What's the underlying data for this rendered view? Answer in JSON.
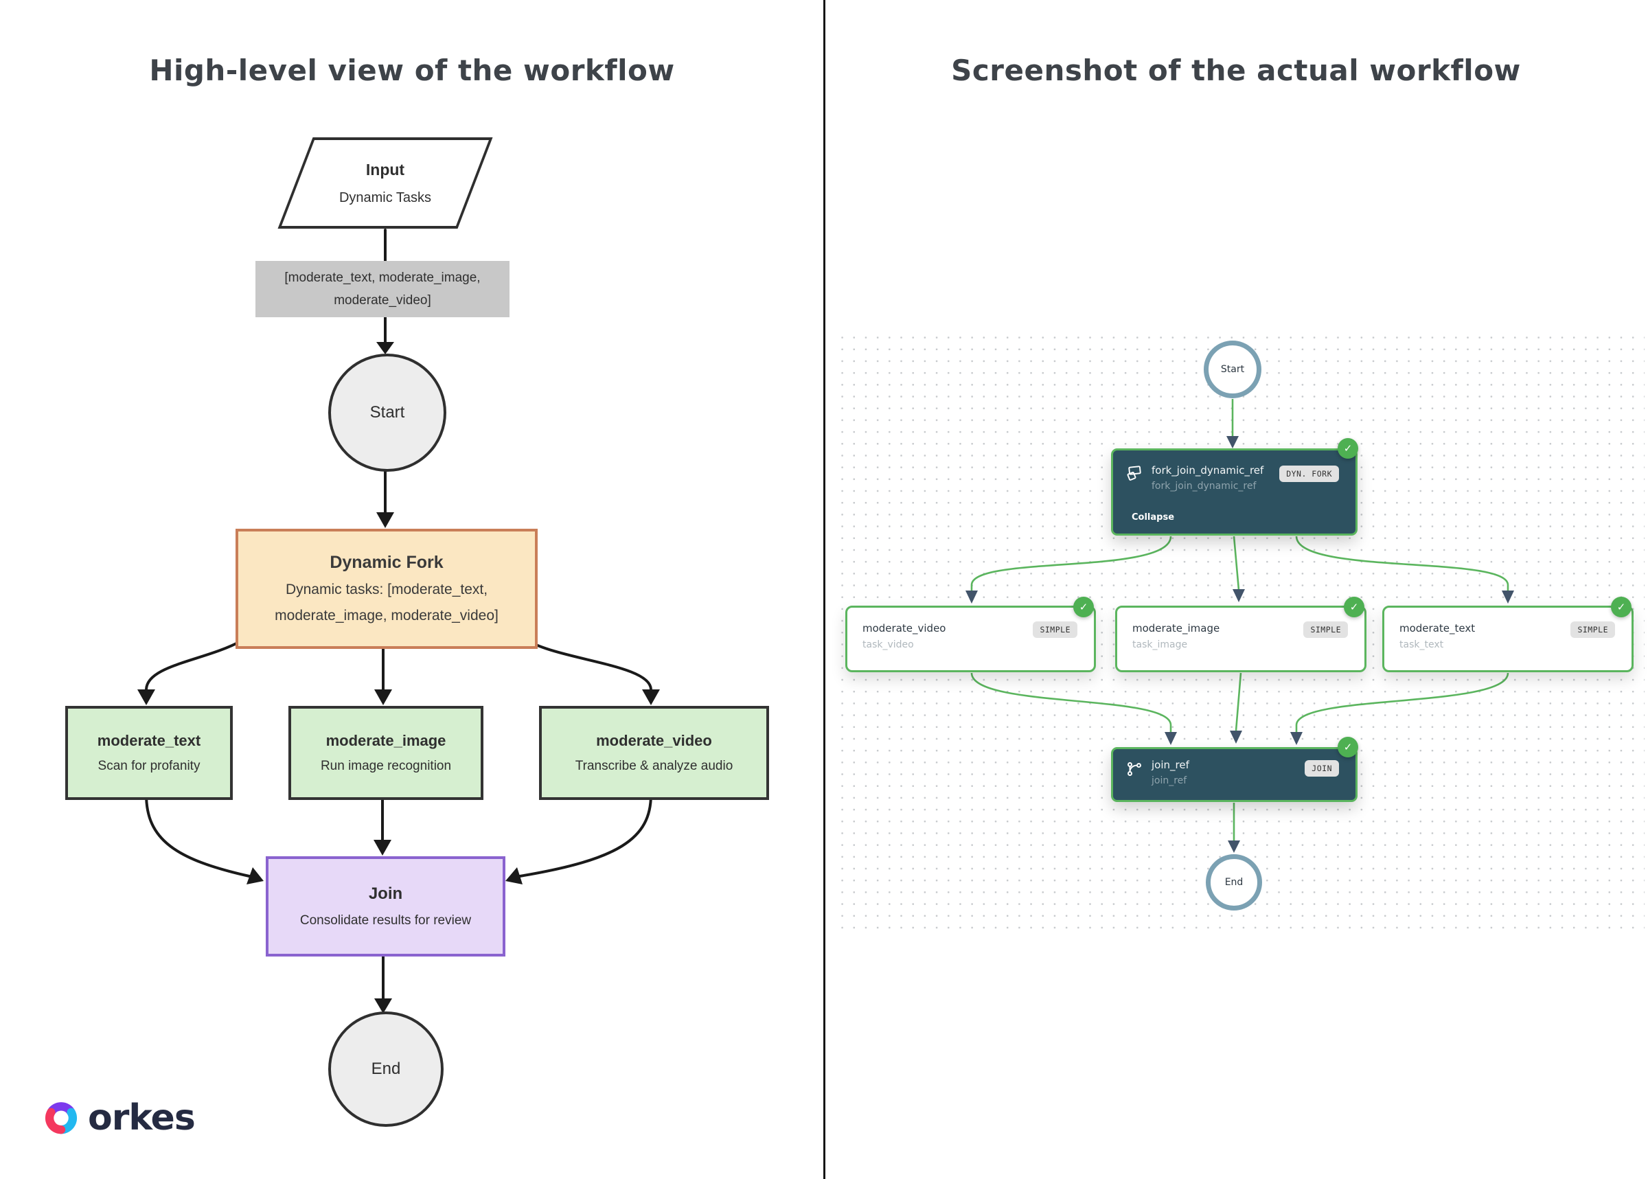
{
  "icons": {
    "check": "✓"
  },
  "colors": {
    "accent_green": "#5bb55e",
    "check_green": "#4eb052",
    "node_teal": "#2d5160",
    "steel_blue_circle": "#7ba1b3",
    "slate_arrowhead": "#42546a",
    "badge_bg": "#e2e2e2",
    "fork_fill": "#fbe7c2",
    "fork_border": "#c97e58",
    "task_fill": "#d6efd0",
    "join_fill": "#e7d9f8",
    "join_border": "#8a63cf",
    "label_fill": "#c8c8c8",
    "logo_navy": "#252b42"
  },
  "left_panel": {
    "title": "High-level view of the workflow",
    "input_node": {
      "title": "Input",
      "subtitle": "Dynamic Tasks"
    },
    "tasks_label": {
      "line1": "[moderate_text, moderate_image,",
      "line2": "moderate_video]"
    },
    "start_label": "Start",
    "fork_node": {
      "title": "Dynamic Fork",
      "line1": "Dynamic tasks: [moderate_text,",
      "line2": "moderate_image, moderate_video]"
    },
    "task_nodes": [
      {
        "title": "moderate_text",
        "subtitle": "Scan for profanity"
      },
      {
        "title": "moderate_image",
        "subtitle": "Run image recognition"
      },
      {
        "title": "moderate_video",
        "subtitle": "Transcribe & analyze audio"
      }
    ],
    "join_node": {
      "title": "Join",
      "subtitle": "Consolidate results for review"
    },
    "end_label": "End",
    "logo_text": "orkes"
  },
  "right_panel": {
    "title": "Screenshot of the actual workflow",
    "start_label": "Start",
    "fork_node": {
      "title": "fork_join_dynamic_ref",
      "ref": "fork_join_dynamic_ref",
      "badge": "DYN. FORK",
      "collapse_label": "Collapse",
      "icon": "dynamic-fork-icon"
    },
    "task_nodes": [
      {
        "title": "moderate_video",
        "ref": "task_video",
        "badge": "SIMPLE"
      },
      {
        "title": "moderate_image",
        "ref": "task_image",
        "badge": "SIMPLE"
      },
      {
        "title": "moderate_text",
        "ref": "task_text",
        "badge": "SIMPLE"
      }
    ],
    "join_node": {
      "title": "join_ref",
      "ref": "join_ref",
      "badge": "JOIN",
      "icon": "join-icon"
    },
    "end_label": "End"
  }
}
